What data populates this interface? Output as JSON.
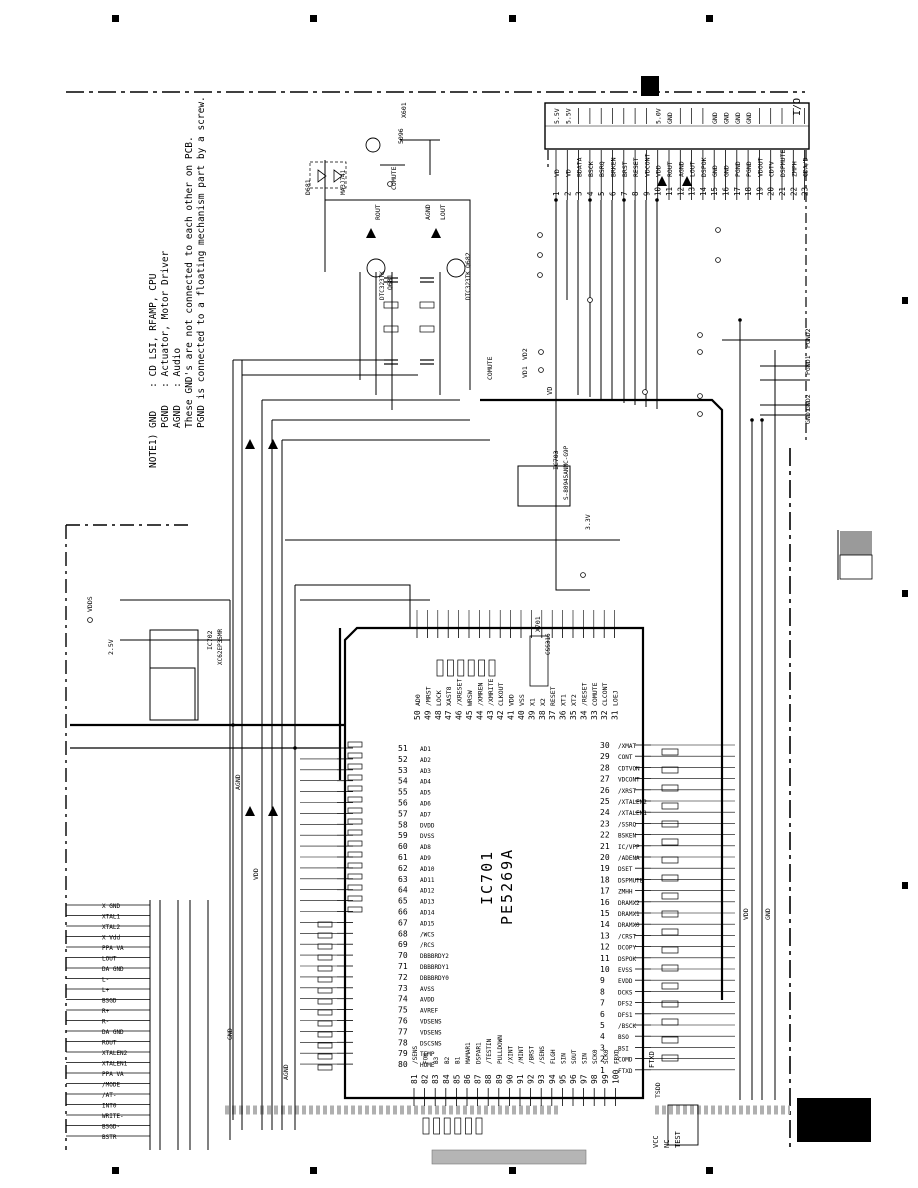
{
  "notes": {
    "lines": [
      "NOTE1) GND    : CD LSI, RFAMP, CPU",
      "       PGND   : Actuator, Motor Driver",
      "       AGND   : Audio",
      "       These GND's are not connected to each other on PCB.",
      "       PGND is connected to a floating mechanism part by a screw."
    ]
  },
  "ic701": {
    "ref": "IC701",
    "part": "PE5269A",
    "top_pins": [
      {
        "n": "50",
        "name": "AD0"
      },
      {
        "n": "49",
        "name": "/MRST"
      },
      {
        "n": "48",
        "name": "LOCK"
      },
      {
        "n": "47",
        "name": "XAST8"
      },
      {
        "n": "46",
        "name": "/XRESET"
      },
      {
        "n": "45",
        "name": "WRSW"
      },
      {
        "n": "44",
        "name": "/XMREN"
      },
      {
        "n": "43",
        "name": "/XMRITE"
      },
      {
        "n": "42",
        "name": "CLKOUT"
      },
      {
        "n": "41",
        "name": "VDD"
      },
      {
        "n": "40",
        "name": "VSS"
      },
      {
        "n": "39",
        "name": "X1"
      },
      {
        "n": "38",
        "name": "X2"
      },
      {
        "n": "37",
        "name": "RESET"
      },
      {
        "n": "36",
        "name": "XT1"
      },
      {
        "n": "35",
        "name": "XT2"
      },
      {
        "n": "34",
        "name": "/RESET"
      },
      {
        "n": "33",
        "name": "COMUTE"
      },
      {
        "n": "32",
        "name": "CLCONT"
      },
      {
        "n": "31",
        "name": "LOEJ"
      }
    ],
    "left_pins": [
      {
        "n": "51",
        "name": "AD1"
      },
      {
        "n": "52",
        "name": "AD2"
      },
      {
        "n": "53",
        "name": "AD3"
      },
      {
        "n": "54",
        "name": "AD4"
      },
      {
        "n": "55",
        "name": "AD5"
      },
      {
        "n": "56",
        "name": "AD6"
      },
      {
        "n": "57",
        "name": "AD7"
      },
      {
        "n": "58",
        "name": "DVDD"
      },
      {
        "n": "59",
        "name": "DVSS"
      },
      {
        "n": "60",
        "name": "AD8"
      },
      {
        "n": "61",
        "name": "AD9"
      },
      {
        "n": "62",
        "name": "AD10"
      },
      {
        "n": "63",
        "name": "AD11"
      },
      {
        "n": "64",
        "name": "AD12"
      },
      {
        "n": "65",
        "name": "AD13"
      },
      {
        "n": "66",
        "name": "AD14"
      },
      {
        "n": "67",
        "name": "AD15"
      },
      {
        "n": "68",
        "name": "/WCS"
      },
      {
        "n": "69",
        "name": "/RCS"
      },
      {
        "n": "70",
        "name": "DBBBRDY2"
      },
      {
        "n": "71",
        "name": "DBBBRDY1"
      },
      {
        "n": "72",
        "name": "DBBBRDY0"
      },
      {
        "n": "73",
        "name": "AVSS"
      },
      {
        "n": "74",
        "name": "AVDD"
      },
      {
        "n": "75",
        "name": "AVREF"
      },
      {
        "n": "76",
        "name": "VDSENS"
      },
      {
        "n": "77",
        "name": "VDSENS"
      },
      {
        "n": "78",
        "name": "DSCSNS"
      },
      {
        "n": "79",
        "name": "TEMP"
      },
      {
        "n": "80",
        "name": "HOME"
      }
    ],
    "right_pins": [
      {
        "n": "30",
        "name": "/XMAT"
      },
      {
        "n": "29",
        "name": "CONT"
      },
      {
        "n": "28",
        "name": "CDTVON"
      },
      {
        "n": "27",
        "name": "VDCONT"
      },
      {
        "n": "26",
        "name": "/XRST"
      },
      {
        "n": "25",
        "name": "/XTALEN2"
      },
      {
        "n": "24",
        "name": "/XTALEN1"
      },
      {
        "n": "23",
        "name": "/SSRQ"
      },
      {
        "n": "22",
        "name": "BSKEN"
      },
      {
        "n": "21",
        "name": "IC/VPP"
      },
      {
        "n": "20",
        "name": "/ADENA"
      },
      {
        "n": "19",
        "name": "DSET"
      },
      {
        "n": "18",
        "name": "DSPMUTE"
      },
      {
        "n": "17",
        "name": "ZMHH"
      },
      {
        "n": "16",
        "name": "DRAMX2"
      },
      {
        "n": "15",
        "name": "DRAMX1"
      },
      {
        "n": "14",
        "name": "DRAMX0"
      },
      {
        "n": "13",
        "name": "/CRST"
      },
      {
        "n": "12",
        "name": "DCOPY"
      },
      {
        "n": "11",
        "name": "DSPOK"
      },
      {
        "n": "10",
        "name": "EVSS"
      },
      {
        "n": "9",
        "name": "EVDD"
      },
      {
        "n": "8",
        "name": "DCKS"
      },
      {
        "n": "7",
        "name": "DFS2"
      },
      {
        "n": "6",
        "name": "DFS1"
      },
      {
        "n": "5",
        "name": "/BSCK"
      },
      {
        "n": "4",
        "name": "BSO"
      },
      {
        "n": "3",
        "name": "BSI"
      },
      {
        "n": "2",
        "name": "COMD"
      },
      {
        "n": "1",
        "name": "FTXD"
      }
    ],
    "bottom_pins": [
      {
        "n": "81",
        "name": "/SENS"
      },
      {
        "n": "82",
        "name": "FOK"
      },
      {
        "n": "83",
        "name": "B3"
      },
      {
        "n": "84",
        "name": "B2"
      },
      {
        "n": "85",
        "name": "B1"
      },
      {
        "n": "86",
        "name": "MAMAR1"
      },
      {
        "n": "87",
        "name": "DSPAR1"
      },
      {
        "n": "88",
        "name": "/TESTIN"
      },
      {
        "n": "89",
        "name": "PULLDOWN"
      },
      {
        "n": "90",
        "name": "/XINT"
      },
      {
        "n": "91",
        "name": "/MINT"
      },
      {
        "n": "92",
        "name": "/BRST"
      },
      {
        "n": "93",
        "name": "/SENS"
      },
      {
        "n": "94",
        "name": "FLGH"
      },
      {
        "n": "95",
        "name": "SIN"
      },
      {
        "n": "96",
        "name": "SOUT"
      },
      {
        "n": "97",
        "name": "SIN"
      },
      {
        "n": "98",
        "name": "SCK0"
      },
      {
        "n": "99",
        "name": "SCK0"
      },
      {
        "n": "100",
        "name": "FRXD"
      }
    ]
  },
  "connector": {
    "ref": "I/O",
    "pins": [
      {
        "n": "1",
        "name": "VD",
        "io": "5.5V"
      },
      {
        "n": "2",
        "name": "VD",
        "io": "5.5V"
      },
      {
        "n": "3",
        "name": "BDATA",
        "io": ""
      },
      {
        "n": "4",
        "name": "BSCK",
        "io": ""
      },
      {
        "n": "5",
        "name": "BSRQ",
        "io": ""
      },
      {
        "n": "6",
        "name": "BRKEN",
        "io": ""
      },
      {
        "n": "7",
        "name": "BRST",
        "io": ""
      },
      {
        "n": "8",
        "name": "RESET",
        "io": ""
      },
      {
        "n": "9",
        "name": "VDCONT",
        "io": ""
      },
      {
        "n": "10",
        "name": "VDD",
        "io": "5.0V"
      },
      {
        "n": "11",
        "name": "ROUT",
        "io": "GND"
      },
      {
        "n": "12",
        "name": "AGND",
        "io": ""
      },
      {
        "n": "13",
        "name": "LOUT",
        "io": ""
      },
      {
        "n": "14",
        "name": "DSPOK",
        "io": ""
      },
      {
        "n": "15",
        "name": "GND",
        "io": "GND"
      },
      {
        "n": "16",
        "name": "GND",
        "io": "GND"
      },
      {
        "n": "17",
        "name": "PGND",
        "io": "GND"
      },
      {
        "n": "18",
        "name": "PGND",
        "io": "GND"
      },
      {
        "n": "19",
        "name": "VDOUT",
        "io": ""
      },
      {
        "n": "20",
        "name": "CDTV",
        "io": ""
      },
      {
        "n": "21",
        "name": "DSPMUTE",
        "io": ""
      },
      {
        "n": "22",
        "name": "ZMPH",
        "io": ""
      },
      {
        "n": "23",
        "name": "CDA/D",
        "io": ""
      }
    ]
  },
  "labels": {
    "q681": "Q681",
    "q682": "Q682",
    "dtc": "DTC323TK",
    "d681": "D681",
    "d681p": "MA3J741",
    "x601": "X601",
    "sw": "5096",
    "vd": "VD",
    "vd2": "VD2",
    "vd1": "VD1",
    "comute": "COMUTE",
    "agnd": "AGND",
    "gnd": "GND",
    "pgnd": "PGND",
    "rout": "ROUT",
    "lout": "LOUT",
    "ic703": "IC703",
    "ic703p": "S-80945ANMC-G9P",
    "ic702": "IC702",
    "ic702p": "XC62EP35MR",
    "x701": "X701",
    "x701p": "CSS316",
    "ftxd": "FTXD",
    "tsdd": "TSDD",
    "test": "TEST",
    "vcc": "VCC",
    "nc": "NC",
    "gnd1": "GND1",
    "gnd2": "GND2",
    "pgnd1": "PGND1",
    "pgnd2": "PGND2",
    "vdds": "VDDS",
    "v25": "2.5V",
    "v33": "3.3V",
    "vdd_txt": "VDD",
    "gnd_txt": "GND"
  },
  "left_edge_labels": [
    "X GND",
    "XTAL1",
    "XTAL2",
    "X Vdd",
    "PPA VA",
    "LOUT",
    "DA GND",
    "L-",
    "L+",
    "BSGD",
    "R+",
    "R-",
    "DA GND",
    "ROUT",
    "XTALEN2",
    "XTALEN1",
    "PPA VA",
    "/MODE",
    "/AT-",
    "INT0",
    "WRITE-",
    "BSGD-",
    "BSTR"
  ],
  "mid_signals": [
    "AGND",
    "VDD",
    "GND"
  ],
  "colors": {
    "ink": "#000000",
    "paper": "#ffffff",
    "tab": "#9a9a9a",
    "tabDark": "#000000",
    "band": "#b5b5b5"
  }
}
